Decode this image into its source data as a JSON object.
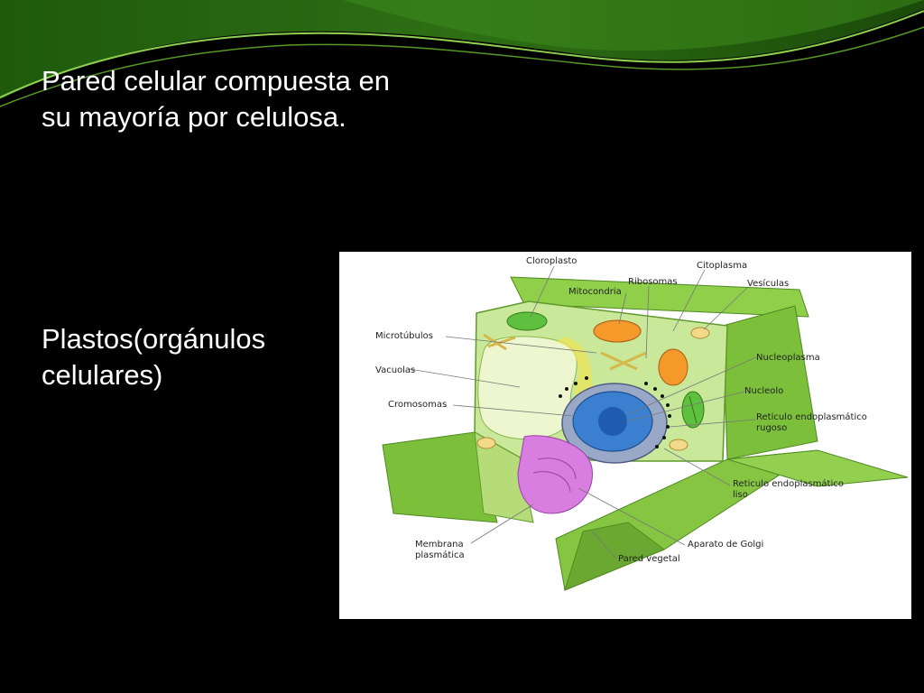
{
  "slide": {
    "paragraph_1": "Pared celular compuesta en su mayoría por celulosa.",
    "paragraph_2": "Plastos(orgánulos celulares)"
  },
  "diagram": {
    "labels": {
      "cloroplasto": "Cloroplasto",
      "citoplasma": "Citoplasma",
      "ribosomas": "Ribosomas",
      "mitocondria": "Mitocondria",
      "vesiculas": "Vesículas",
      "microtubulos": "Microtúbulos",
      "vacuolas": "Vacuolas",
      "nucleoplasma": "Nucleoplasma",
      "cromosomas": "Cromosomas",
      "nucleolo": "Nucleolo",
      "reticulo_rugoso_1": "Reticulo endoplasmático",
      "reticulo_rugoso_2": "rugoso",
      "reticulo_liso_1": "Reticulo endoplasmático",
      "reticulo_liso_2": "liso",
      "membrana_1": "Membrana",
      "membrana_2": "plasmática",
      "golgi": "Aparato de Golgi",
      "pared": "Pared vegetal"
    }
  },
  "colors": {
    "background": "#000000",
    "banner_green": "#2f6e12",
    "cell_wall": "#7cbf3a",
    "cytoplasm": "#c9e89a",
    "nucleus": "#3a7fd0",
    "golgi": "#d87ee0"
  }
}
